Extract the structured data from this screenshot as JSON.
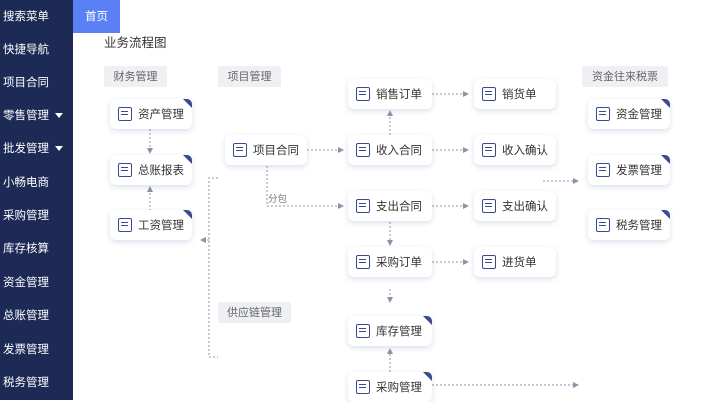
{
  "sidebar": {
    "items": [
      {
        "label": "搜索菜单",
        "dropdown": false
      },
      {
        "label": "快捷导航",
        "dropdown": false
      },
      {
        "label": "项目合同",
        "dropdown": false
      },
      {
        "label": "零售管理",
        "dropdown": true
      },
      {
        "label": "批发管理",
        "dropdown": true
      },
      {
        "label": "小畅电商",
        "dropdown": false
      },
      {
        "label": "采购管理",
        "dropdown": false
      },
      {
        "label": "库存核算",
        "dropdown": false
      },
      {
        "label": "资金管理",
        "dropdown": false
      },
      {
        "label": "总账管理",
        "dropdown": false
      },
      {
        "label": "发票管理",
        "dropdown": false
      },
      {
        "label": "税务管理",
        "dropdown": false
      }
    ]
  },
  "tabs": {
    "home": "首页"
  },
  "page": {
    "title": "业务流程图"
  },
  "groups": {
    "finance": "财务管理",
    "project": "项目管理",
    "supply": "供应链管理",
    "funds_tax": "资金往来税票"
  },
  "nodes": {
    "asset": "资产管理",
    "ledger_report": "总账报表",
    "payroll": "工资管理",
    "project_contract": "项目合同",
    "sales_order": "销售订单",
    "income_contract": "收入合同",
    "expense_contract": "支出合同",
    "purchase_order": "采购订单",
    "inventory": "库存管理",
    "procurement": "采购管理",
    "delivery": "销货单",
    "income_confirm": "收入确认",
    "expense_confirm": "支出确认",
    "receipt": "进货单",
    "funds": "资金管理",
    "invoice": "发票管理",
    "tax": "税务管理"
  },
  "edge_labels": {
    "subcontract": "分包"
  },
  "colors": {
    "sidebar": "#1c2a55",
    "tab_active": "#5b7ff5",
    "icon": "#3b4a8c",
    "connector": "#8a93a8"
  }
}
